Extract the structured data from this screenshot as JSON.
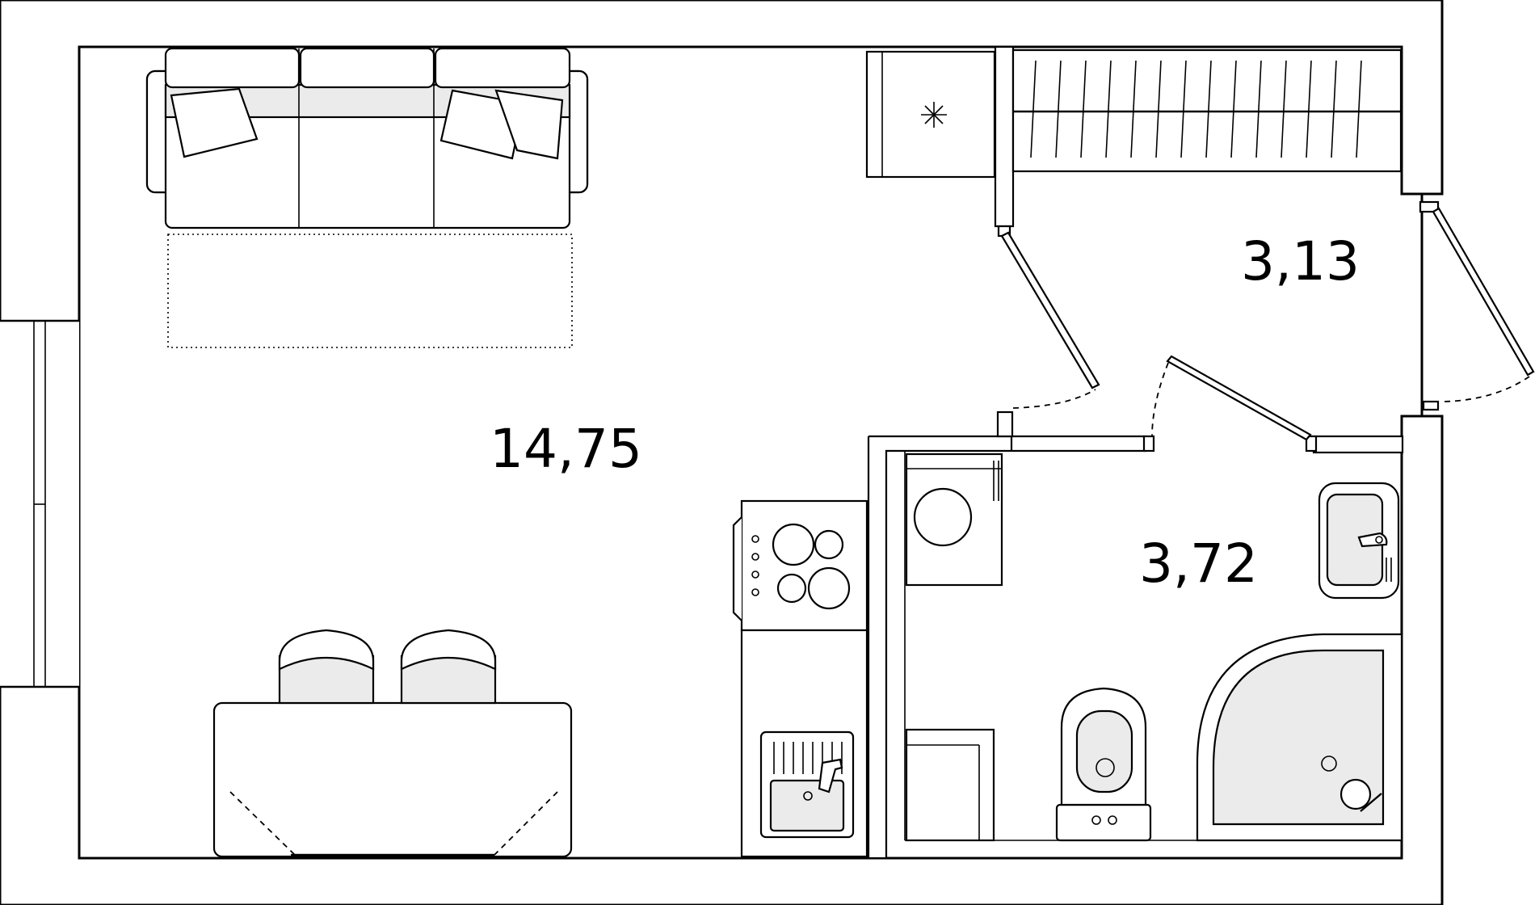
{
  "rooms": {
    "living": {
      "area": "14,75"
    },
    "hallway": {
      "area": "3,13"
    },
    "bathroom": {
      "area": "3,72"
    }
  }
}
